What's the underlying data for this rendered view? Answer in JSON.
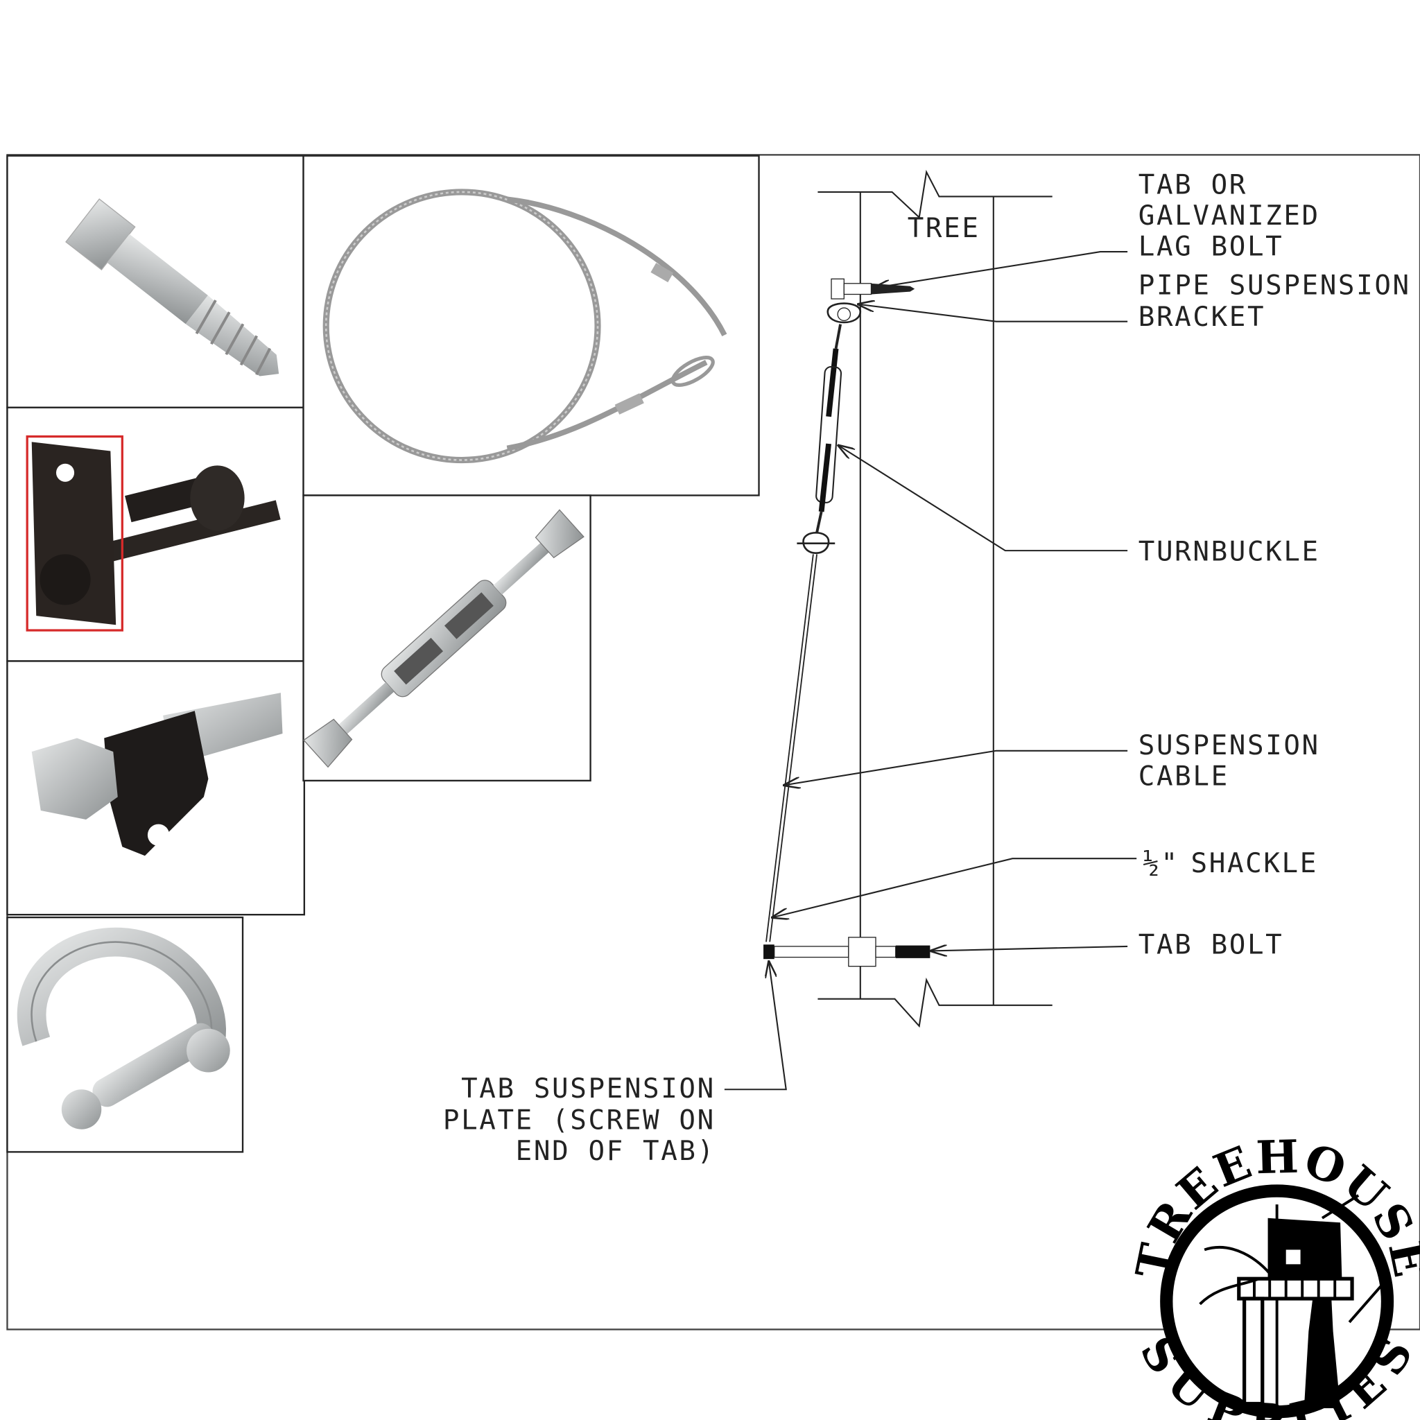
{
  "diagram": {
    "tree_label": "TREE",
    "labels": {
      "lag_bolt": [
        "TAB OR",
        "GALVANIZED",
        "LAG BOLT"
      ],
      "bracket": [
        "PIPE SUSPENSION",
        "BRACKET"
      ],
      "turnbuckle": "TURNBUCKLE",
      "cable": [
        "SUSPENSION",
        "CABLE"
      ],
      "shackle_fraction": "½\"",
      "shackle": "SHACKLE",
      "tab_bolt": "TAB BOLT",
      "tab_plate": [
        "TAB SUSPENSION",
        "PLATE (SCREW ON",
        "END OF TAB)"
      ]
    },
    "highlight_color": "#d62a2a"
  },
  "logo": {
    "top_text": "TREEHOUSE",
    "bottom_text": "SUPPLIES"
  }
}
